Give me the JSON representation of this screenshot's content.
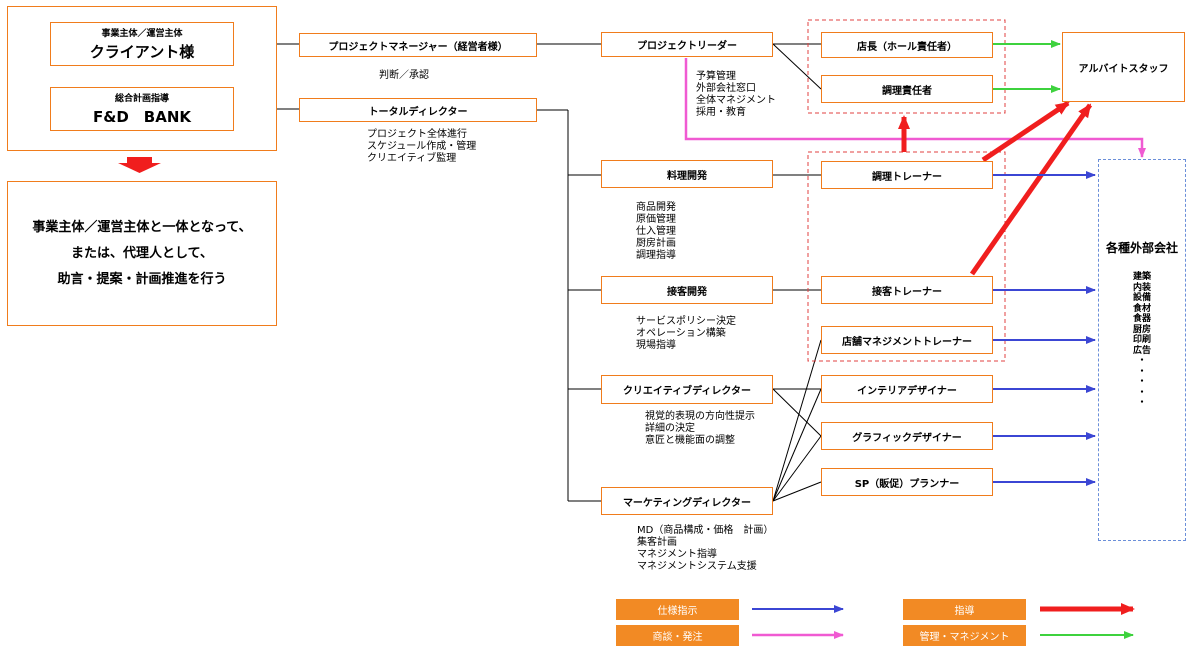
{
  "client": {
    "small": "事業主体／運営主体",
    "big": "クライアント様"
  },
  "company": {
    "small": "総合計画指導",
    "big": "F&D　BANK"
  },
  "mission": {
    "lines": [
      "事業主体／運営主体と一体となって、",
      "または、代理人として、",
      "助言・提案・計画推進を行う"
    ]
  },
  "nodes": {
    "pm": "プロジェクトマネージャー（経営者様）",
    "pl": "プロジェクトリーダー",
    "td": "トータルディレクター",
    "store_manager": "店長（ホール責任者）",
    "kitchen_chief": "調理責任者",
    "part_time": "アルバイトスタッフ",
    "cuisine_dev": "料理開発",
    "service_dev": "接客開発",
    "creative_dir": "クリエイティブディレクター",
    "marketing_dir": "マーケティングディレクター",
    "cooking_trainer": "調理トレーナー",
    "service_trainer": "接客トレーナー",
    "store_mgmt_trainer": "店舗マネジメントトレーナー",
    "interior_designer": "インテリアデザイナー",
    "graphic_designer": "グラフィックデザイナー",
    "sp_planner": "SP（販促）プランナー"
  },
  "notes": {
    "pm": "判断／承認",
    "pl": "予算管理\n外部会社窓口\n全体マネジメント\n採用・教育",
    "td": "プロジェクト全体進行\nスケジュール作成・管理\nクリエイティブ監理",
    "cuisine": "商品開発\n原価管理\n仕入管理\n厨房計画\n調理指導",
    "service": "サービスポリシー決定\nオペレーション構築\n現場指導",
    "creative": "視覚的表現の方向性提示\n詳細の決定\n意匠と機能面の調整",
    "marketing": "MD（商品構成・価格　計画）\n集客計画\nマネジメント指導\nマネジメントシステム支援"
  },
  "external": {
    "title": "各種外部会社",
    "items": [
      "建築",
      "内装",
      "設備",
      "食材",
      "食器",
      "厨房",
      "印刷",
      "広告",
      "・",
      "・",
      "・",
      "・",
      "・"
    ]
  },
  "legend": {
    "spec": "仕様指示",
    "guidance": "指導",
    "order": "商談・発注",
    "management": "管理・マネジメント"
  },
  "colors": {
    "orange": "#f07c1c",
    "legend_fill": "#f28a24",
    "blue": "#3b46d4",
    "red": "#f01e1e",
    "green": "#3ed23e",
    "pink": "#f05ad2",
    "dash_red": "#e04040",
    "dash_blue": "#6b8fd9"
  }
}
